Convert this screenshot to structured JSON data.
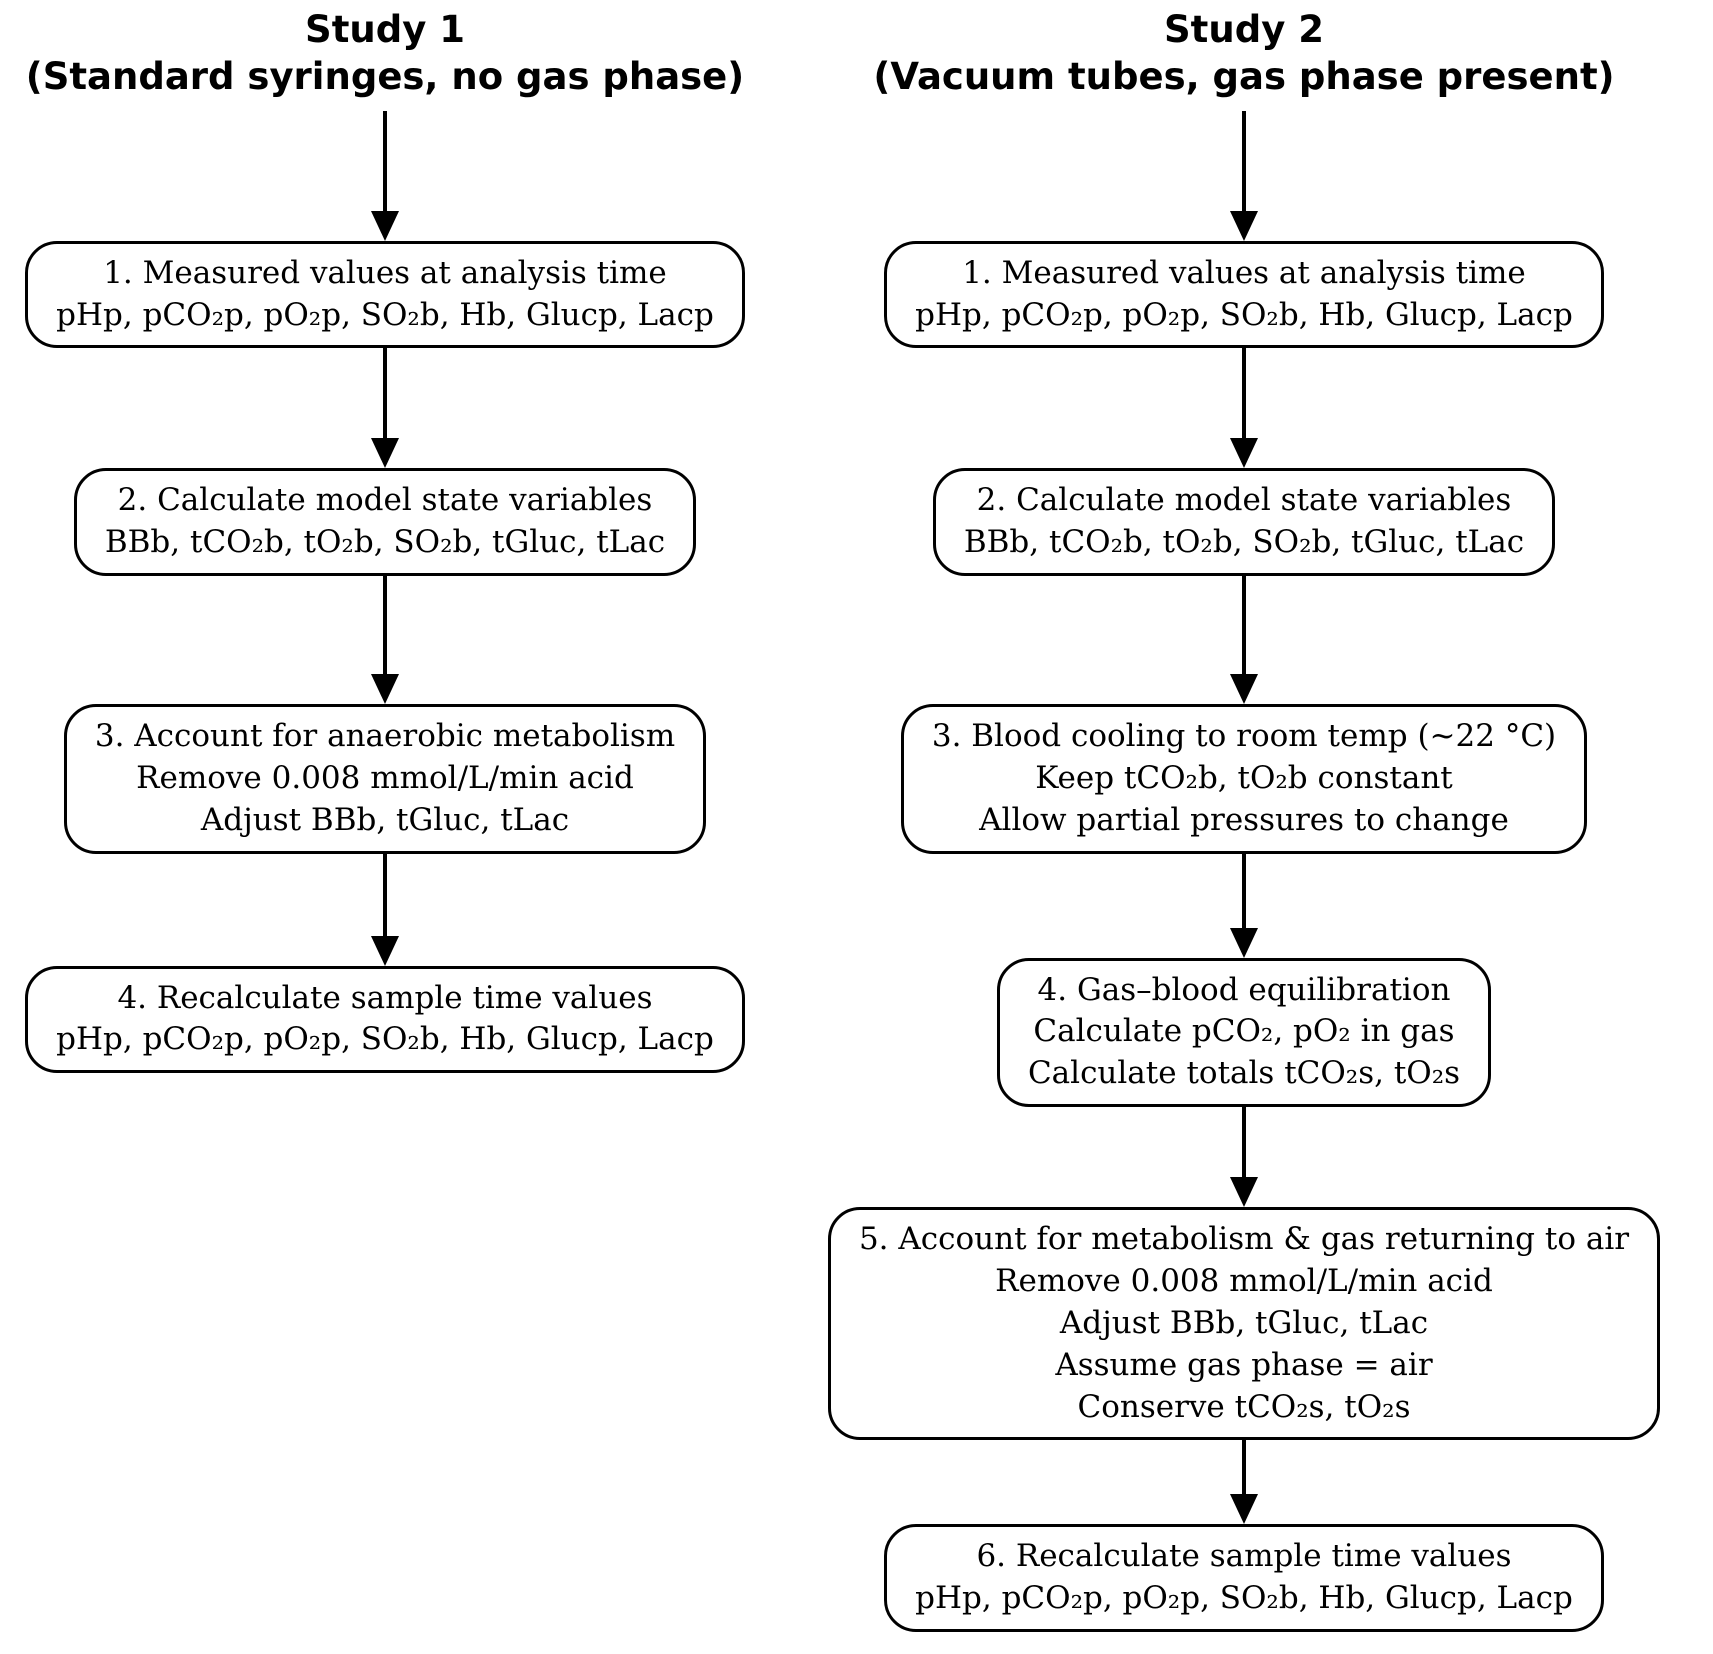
{
  "colors": {
    "ink": "#000000",
    "background": "#ffffff"
  },
  "study1": {
    "title_line1": "Study 1",
    "title_line2": "(Standard syringes, no gas phase)",
    "boxes": [
      {
        "lines": [
          "1. Measured values at analysis time",
          "pHp, pCO₂p, pO₂p, SO₂b, Hb, Glucp, Lacp"
        ]
      },
      {
        "lines": [
          "2. Calculate model state variables",
          "BBb, tCO₂b, tO₂b, SO₂b, tGluc, tLac"
        ]
      },
      {
        "lines": [
          "3. Account for anaerobic metabolism",
          "Remove 0.008 mmol/L/min acid",
          "Adjust BBb, tGluc, tLac"
        ]
      },
      {
        "lines": [
          "4. Recalculate sample time values",
          "pHp, pCO₂p, pO₂p, SO₂b, Hb, Glucp, Lacp"
        ]
      }
    ]
  },
  "study2": {
    "title_line1": "Study 2",
    "title_line2": "(Vacuum tubes, gas phase present)",
    "boxes": [
      {
        "lines": [
          "1. Measured values at analysis time",
          "pHp, pCO₂p, pO₂p, SO₂b, Hb, Glucp, Lacp"
        ]
      },
      {
        "lines": [
          "2. Calculate model state variables",
          "BBb, tCO₂b, tO₂b, SO₂b, tGluc, tLac"
        ]
      },
      {
        "lines": [
          "3. Blood cooling to room temp (~22 °C)",
          "Keep tCO₂b, tO₂b constant",
          "Allow partial pressures to change"
        ]
      },
      {
        "lines": [
          "4. Gas–blood equilibration",
          "Calculate pCO₂, pO₂ in gas",
          "Calculate totals tCO₂s, tO₂s"
        ]
      },
      {
        "lines": [
          "5. Account for metabolism & gas returning to air",
          "Remove 0.008 mmol/L/min acid",
          "Adjust BBb, tGluc, tLac",
          "Assume gas phase = air",
          "Conserve tCO₂s, tO₂s"
        ]
      },
      {
        "lines": [
          "6. Recalculate sample time values",
          "pHp, pCO₂p, pO₂p, SO₂b, Hb, Glucp, Lacp"
        ]
      }
    ]
  }
}
